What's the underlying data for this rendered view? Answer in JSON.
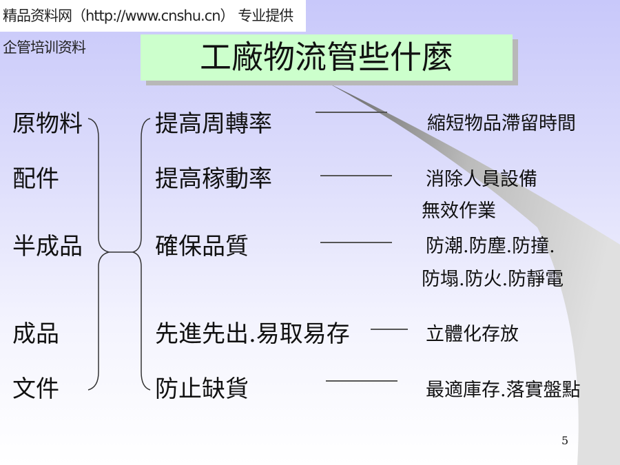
{
  "banner": "精品资料网（http://www.cnshu.cn） 专业提供企管培训资料",
  "title": "工廠物流管些什麼",
  "column1": [
    "原物料",
    "配件",
    "半成品",
    "成品",
    "文件"
  ],
  "column2": [
    "提高周轉率",
    "提高稼動率",
    "確保品質",
    "先進先出.易取易存",
    "防止缺貨"
  ],
  "column3": [
    {
      "line1": "縮短物品滯留時間"
    },
    {
      "line1": "消除人員設備",
      "line2": "無效作業"
    },
    {
      "line1": "防潮.防塵.防撞.",
      "line2": "防塌.防火.防靜電"
    },
    {
      "line1": "立體化存放"
    },
    {
      "line1": "最適庫存.落實盤點"
    }
  ],
  "page_number": "5",
  "colors": {
    "title_bg": "#ccffcc",
    "bg_top": "#c8c8fa",
    "bg_bottom": "#ffffff"
  }
}
